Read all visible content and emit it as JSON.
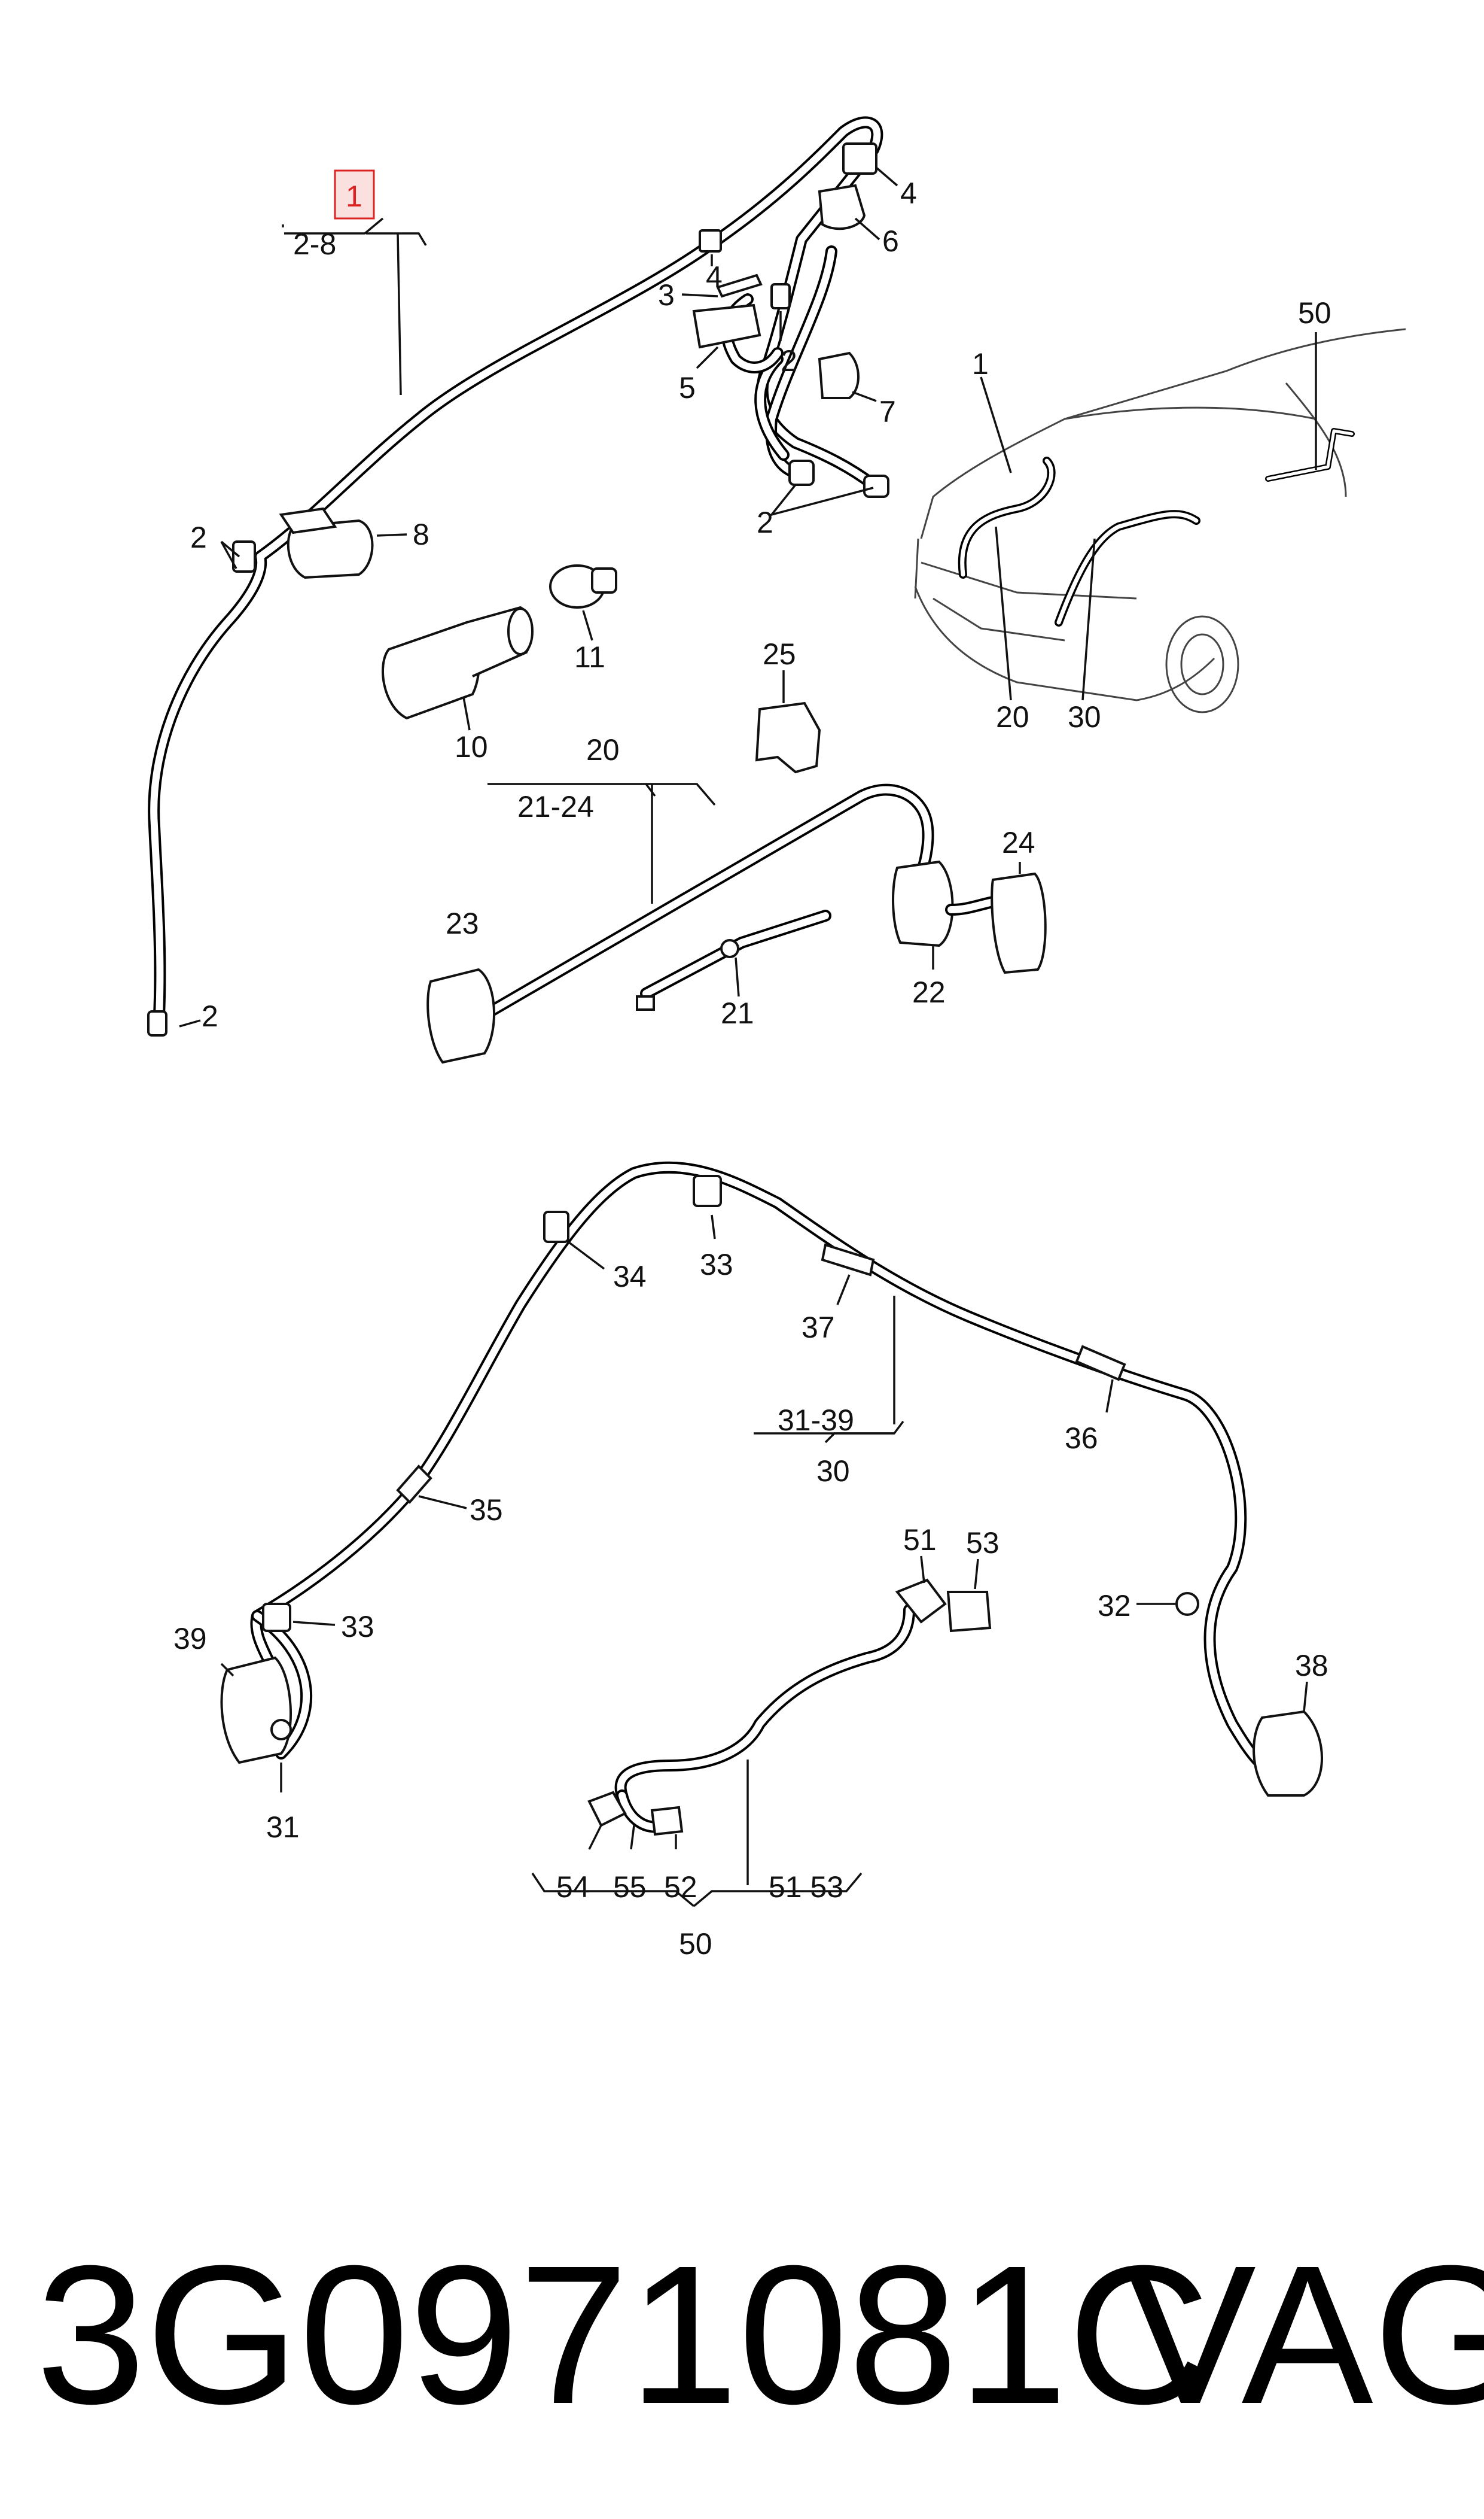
{
  "labels": {
    "l1_top": "1",
    "l2_8": "2-8",
    "l2_a": "2",
    "l8": "8",
    "l2_b": "2",
    "l11": "11",
    "l10": "10",
    "l4_a": "4",
    "l6": "6",
    "l4_b": "4",
    "l3": "3",
    "l2_c": "2",
    "l5": "5",
    "l7": "7",
    "l2_d": "2",
    "l1_car": "1",
    "l50_car": "50",
    "l20_car": "20",
    "l30_car": "30",
    "l25": "25",
    "l20": "20",
    "l21_24": "21-24",
    "l24": "24",
    "l23": "23",
    "l21": "21",
    "l22": "22",
    "l34": "34",
    "l33_a": "33",
    "l37": "37",
    "l31_39": "31-39",
    "l30": "30",
    "l36": "36",
    "l35": "35",
    "l39": "39",
    "l33_b": "33",
    "l31": "31",
    "l51": "51",
    "l53": "53",
    "l32": "32",
    "l38": "38",
    "l54": "54",
    "l55": "55",
    "l52": "52",
    "l51_53": "51 53",
    "l50": "50"
  },
  "footer": {
    "part_number": "3G0971081C",
    "brand": "VAG"
  },
  "colors": {
    "highlight": "#d22222",
    "highlight_fill": "#fbe0e0",
    "ink": "#111111"
  },
  "icons": [
    "wiring-harness",
    "connector-plug",
    "cable-tie",
    "car-front-view"
  ]
}
